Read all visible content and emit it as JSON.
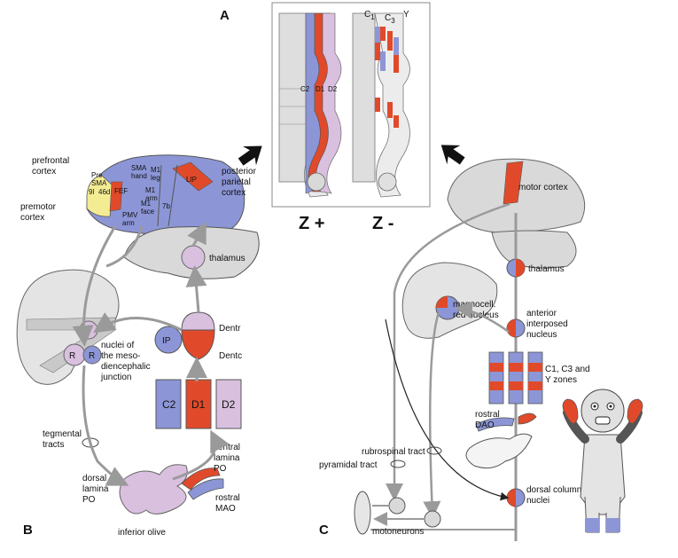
{
  "panels": {
    "a": "A",
    "b": "B",
    "c": "C"
  },
  "panel_a": {
    "z_plus": "Z +",
    "z_minus": "Z -",
    "c2": "C2",
    "d1": "D1",
    "d2": "D2",
    "c1_base": "C",
    "c1_sub": "1",
    "c3_base": "C",
    "c3_sub": "3",
    "y": "Y"
  },
  "panel_b": {
    "prefrontal_cortex": [
      "prefrontal",
      "cortex"
    ],
    "premotor_cortex": [
      "premotor",
      "cortex"
    ],
    "posterior_parietal_cortex": [
      "posterior",
      "parietal",
      "cortex"
    ],
    "pre_sma": [
      "Pre",
      "SMA"
    ],
    "sma_hand": [
      "SMA",
      "hand"
    ],
    "m1_leg": [
      "M1",
      "leg"
    ],
    "m1_arm": [
      "M1",
      "arm"
    ],
    "m1_face": [
      "M1",
      "face"
    ],
    "pmv_arm": [
      "PMV",
      "arm"
    ],
    "area_9l": "9l",
    "area_46d": "46d",
    "fef": "FEF",
    "lip": "LIP",
    "area_7b": "7b",
    "thalamus": "thalamus",
    "nuclei": [
      "nuclei of",
      "the meso-",
      "diencephalic",
      "junction"
    ],
    "r_left": "R",
    "r_right": "R",
    "ip": "IP",
    "dentr": "Dentr",
    "dentc": "Dentc",
    "zones": [
      "C2",
      "D1",
      "D2"
    ],
    "tegmental_tracts": [
      "tegmental",
      "tracts"
    ],
    "ventral_lamina": [
      "ventral",
      "lamina",
      "PO"
    ],
    "dorsal_lamina": [
      "dorsal",
      "lamina",
      "PO"
    ],
    "rostral_mao": [
      "rostral",
      "MAO"
    ],
    "inferior_olive": "inferior olive"
  },
  "panel_c": {
    "motor_cortex": "motor cortex",
    "thalamus": "thalamus",
    "red_nucleus": [
      "magnocell.",
      "red nucleus"
    ],
    "anterior_interposed": [
      "anterior",
      "interposed",
      "nucleus"
    ],
    "zones_label": [
      "C1, C3 and",
      "Y zones"
    ],
    "rostral_dao": [
      "rostral",
      "DAO"
    ],
    "rubrospinal_tract": "rubrospinal tract",
    "pyramidal_tract": "pyramidal tract",
    "dorsal_column": [
      "dorsal column",
      "nuclei"
    ],
    "motoneurons": "motoneurons"
  },
  "colors": {
    "blue": "#8c96d6",
    "red": "#e04a2a",
    "pink": "#d9c0df",
    "gray": "#d9d9d9",
    "yellow": "#f3ec93",
    "outline": "#555555"
  }
}
